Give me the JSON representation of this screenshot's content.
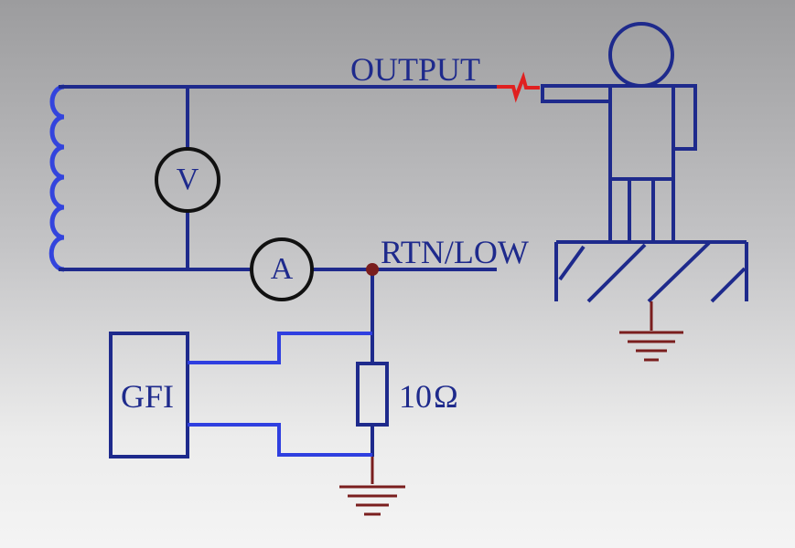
{
  "labels": {
    "output": "OUTPUT",
    "return": "RTN/LOW",
    "gfi": "GFI",
    "resistor": "10",
    "ohm": "Ω"
  },
  "meters": {
    "voltmeter": "V",
    "ammeter": "A"
  },
  "colors": {
    "wire": "#1e2a8c",
    "coil": "#3344dd",
    "gfi_wire": "#2f3fe0",
    "meter_ring": "#111111",
    "ground": "#7a1e1e",
    "node": "#7a1e1e",
    "spark": "#e02020",
    "person": "#1e2a8c"
  }
}
